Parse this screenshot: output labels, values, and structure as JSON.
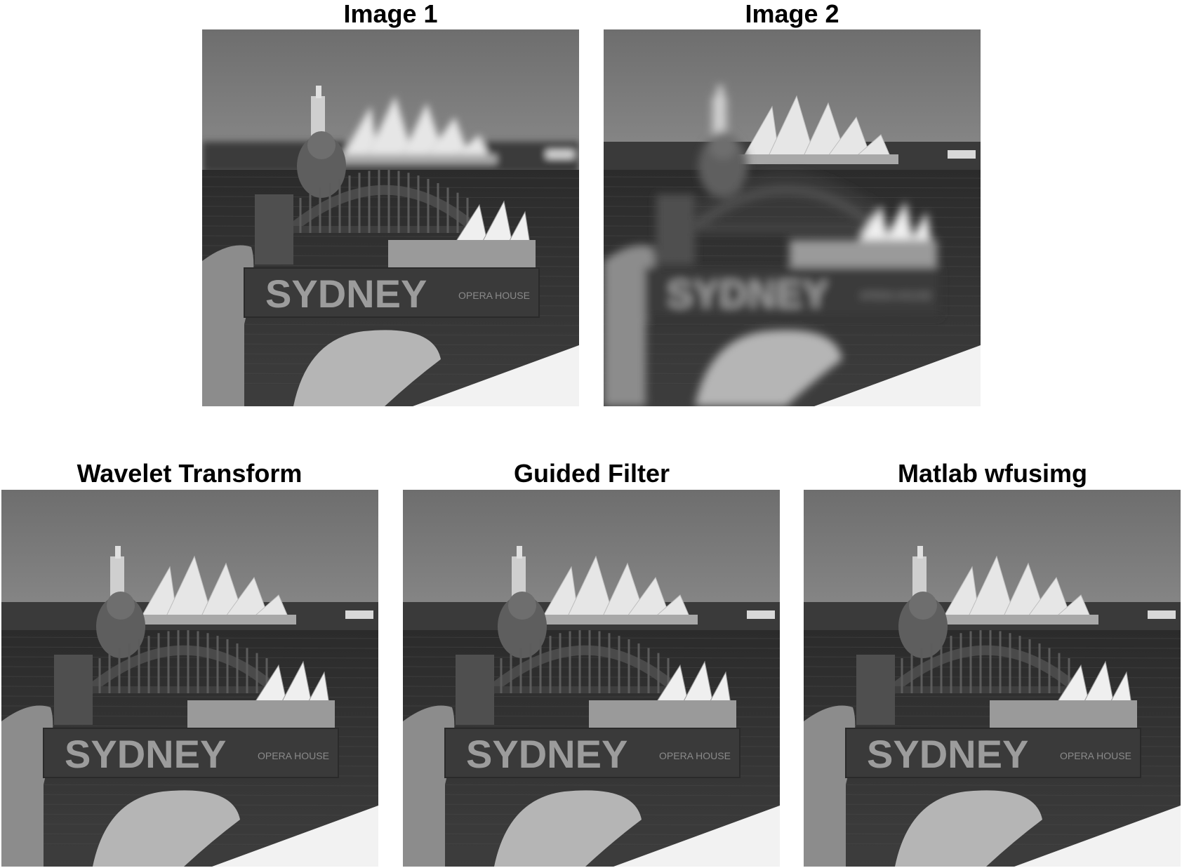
{
  "figure": {
    "panels": [
      {
        "id": "image1",
        "title": "Image 1",
        "focus": "near"
      },
      {
        "id": "image2",
        "title": "Image 2",
        "focus": "far"
      },
      {
        "id": "wavelet",
        "title": "Wavelet Transform",
        "focus": "all"
      },
      {
        "id": "guided",
        "title": "Guided Filter",
        "focus": "all"
      },
      {
        "id": "wfusimg",
        "title": "Matlab wfusimg",
        "focus": "all"
      }
    ],
    "souvenir_text": "SYDNEY",
    "souvenir_subtext": "OPERA HOUSE"
  }
}
